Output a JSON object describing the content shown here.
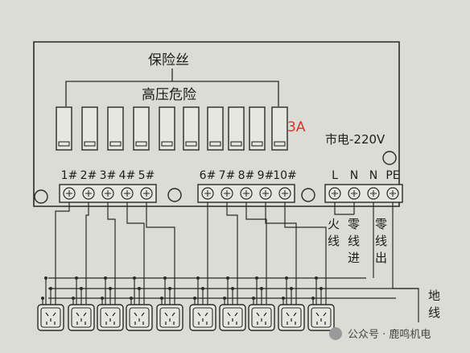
{
  "fuse_label": "保险丝",
  "warning_label": "高压危险",
  "fuse_rating": "3A",
  "mains_label": "市电-220V",
  "left_terminals": [
    "1#",
    "2#",
    "3#",
    "4#",
    "5#"
  ],
  "right_terminals": [
    "6#",
    "7#",
    "8#",
    "9#",
    "10#"
  ],
  "power_terminals": [
    "L",
    "N",
    "N",
    "PE"
  ],
  "wire_labels": {
    "live": [
      "火",
      "线"
    ],
    "neutral_in": [
      "零",
      "线",
      "进"
    ],
    "neutral_out": [
      "零",
      "线",
      "出"
    ],
    "ground": [
      "地",
      "线"
    ]
  },
  "watermark": "公众号 · 鹿鸣机电",
  "colors": {
    "background": "#dcdcd6",
    "line": "#2a2a2a",
    "rating": "#e0302a"
  }
}
